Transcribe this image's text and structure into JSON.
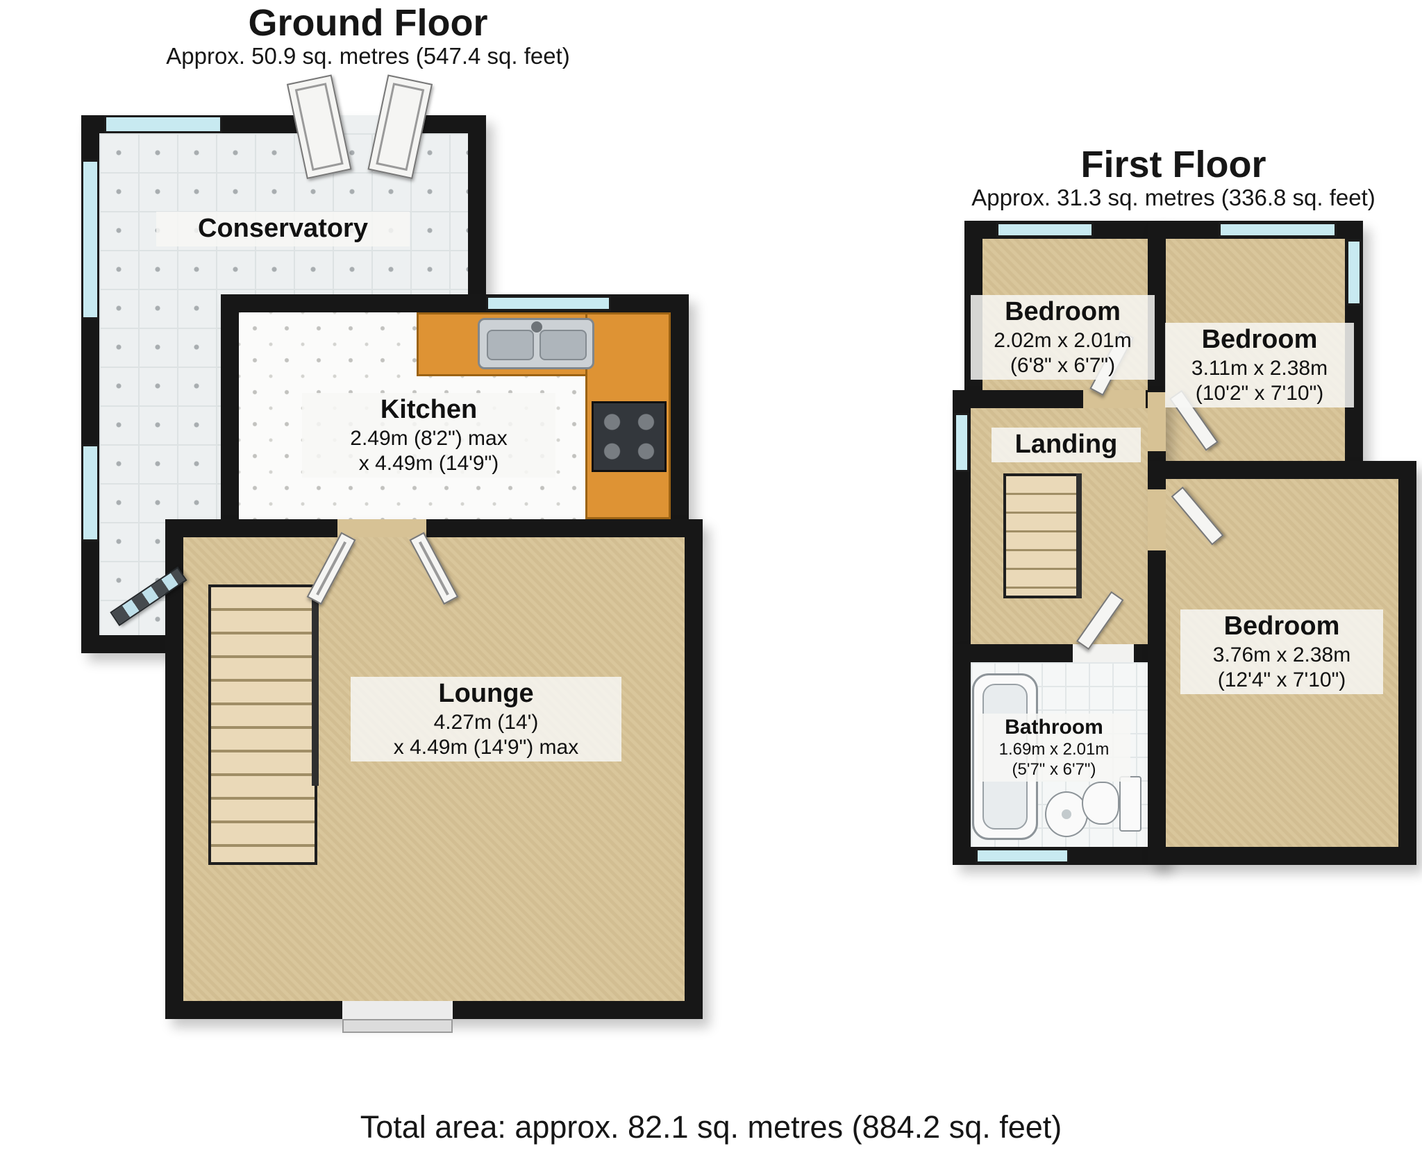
{
  "ground_floor": {
    "title": "Ground Floor",
    "subtitle": "Approx. 50.9 sq. metres (547.4 sq. feet)",
    "rooms": {
      "conservatory": {
        "name": "Conservatory"
      },
      "kitchen": {
        "name": "Kitchen",
        "dims_line1": "2.49m (8'2\") max",
        "dims_line2": "x 4.49m (14'9\")"
      },
      "lounge": {
        "name": "Lounge",
        "dims_line1": "4.27m (14')",
        "dims_line2": "x 4.49m (14'9\") max"
      }
    }
  },
  "first_floor": {
    "title": "First Floor",
    "subtitle": "Approx. 31.3 sq. metres (336.8 sq. feet)",
    "rooms": {
      "bedroom_small": {
        "name": "Bedroom",
        "dims_line1": "2.02m x 2.01m",
        "dims_line2": "(6'8\" x 6'7\")"
      },
      "bedroom_rear": {
        "name": "Bedroom",
        "dims_line1": "3.11m x 2.38m",
        "dims_line2": "(10'2\" x 7'10\")"
      },
      "landing": {
        "name": "Landing"
      },
      "bedroom_front": {
        "name": "Bedroom",
        "dims_line1": "3.76m x 2.38m",
        "dims_line2": "(12'4\" x 7'10\")"
      },
      "bathroom": {
        "name": "Bathroom",
        "dims_line1": "1.69m x 2.01m",
        "dims_line2": "(5'7\" x 6'7\")"
      }
    }
  },
  "footer": {
    "total_area": "Total area: approx. 82.1 sq. metres (884.2 sq. feet)"
  },
  "colors": {
    "wall": "#171717",
    "carpet": "#d7c295",
    "tile_floor": "#edf0f1",
    "kitchen_floor": "#fbfbfa",
    "counter": "#de9334",
    "glass": "#c8eaf1"
  }
}
